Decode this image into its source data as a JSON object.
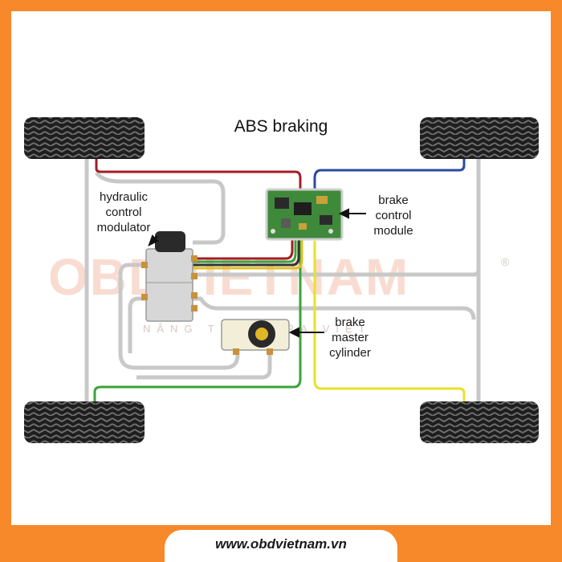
{
  "title": "ABS braking",
  "labels": {
    "modulator": [
      "hydraulic",
      "control",
      "modulator"
    ],
    "module": [
      "brake",
      "control",
      "module"
    ],
    "master": [
      "brake",
      "master",
      "cylinder"
    ]
  },
  "watermark": {
    "brand": "OBDVIETNAM",
    "tagline": "NÂNG TẦM GARA VIỆT",
    "registered": "®"
  },
  "footer": {
    "url": "www.obdvietnam.vn"
  },
  "colors": {
    "border": "#F7892A",
    "hose": "#c8c8c8",
    "line_front_left": "#a51d25",
    "line_front_right": "#2b4a9c",
    "line_rear_left": "#3aa33a",
    "line_rear_right": "#e8e02a",
    "tire": "#1e1e1e",
    "pcb": "#3f8a3a"
  },
  "icons": [
    "tire-icon",
    "pcb-icon",
    "modulator-icon",
    "master-cylinder-icon",
    "arrow-icon"
  ]
}
